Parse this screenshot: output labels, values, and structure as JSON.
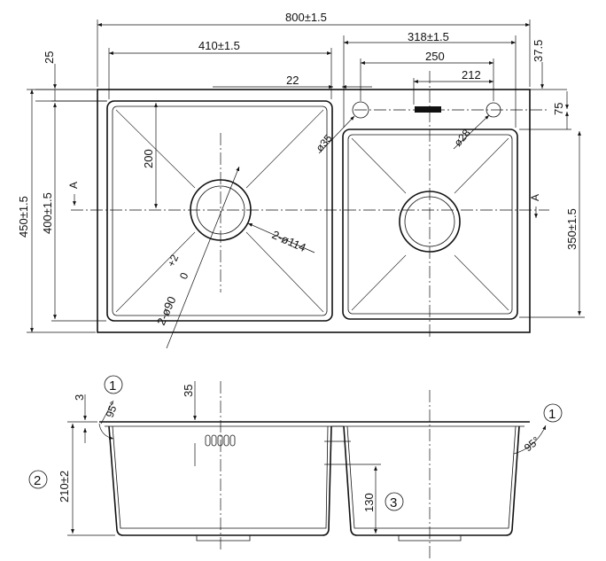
{
  "dimensions": {
    "overall_width": "800±1.5",
    "left_bowl_width": "410±1.5",
    "right_bowl_width": "318±1.5",
    "tap_hole_spacing": "250",
    "tap_hole_offset": "212",
    "left_margin": "25",
    "right_margin": "37.5",
    "divider": "22",
    "tap_hole_height": "75",
    "overall_depth": "450±1.5",
    "left_bowl_depth": "400±1.5",
    "right_bowl_depth": "350±1.5",
    "drain_offset": "200",
    "drain_dia_left": "2-ø114",
    "drain_dia_right": "2-ø90",
    "drain_tol_upper": "+2",
    "drain_tol_lower": "0",
    "tap_hole_dia_left": "ø35",
    "tap_hole_dia_right": "ø28",
    "flange_thickness": "3",
    "rim_height": "35",
    "bowl_height": "210±2",
    "divider_height": "130",
    "angle_left": "95°",
    "angle_right": "95°",
    "section_marker": "A"
  },
  "callouts": {
    "c1": "1",
    "c2": "2",
    "c3": "3"
  }
}
